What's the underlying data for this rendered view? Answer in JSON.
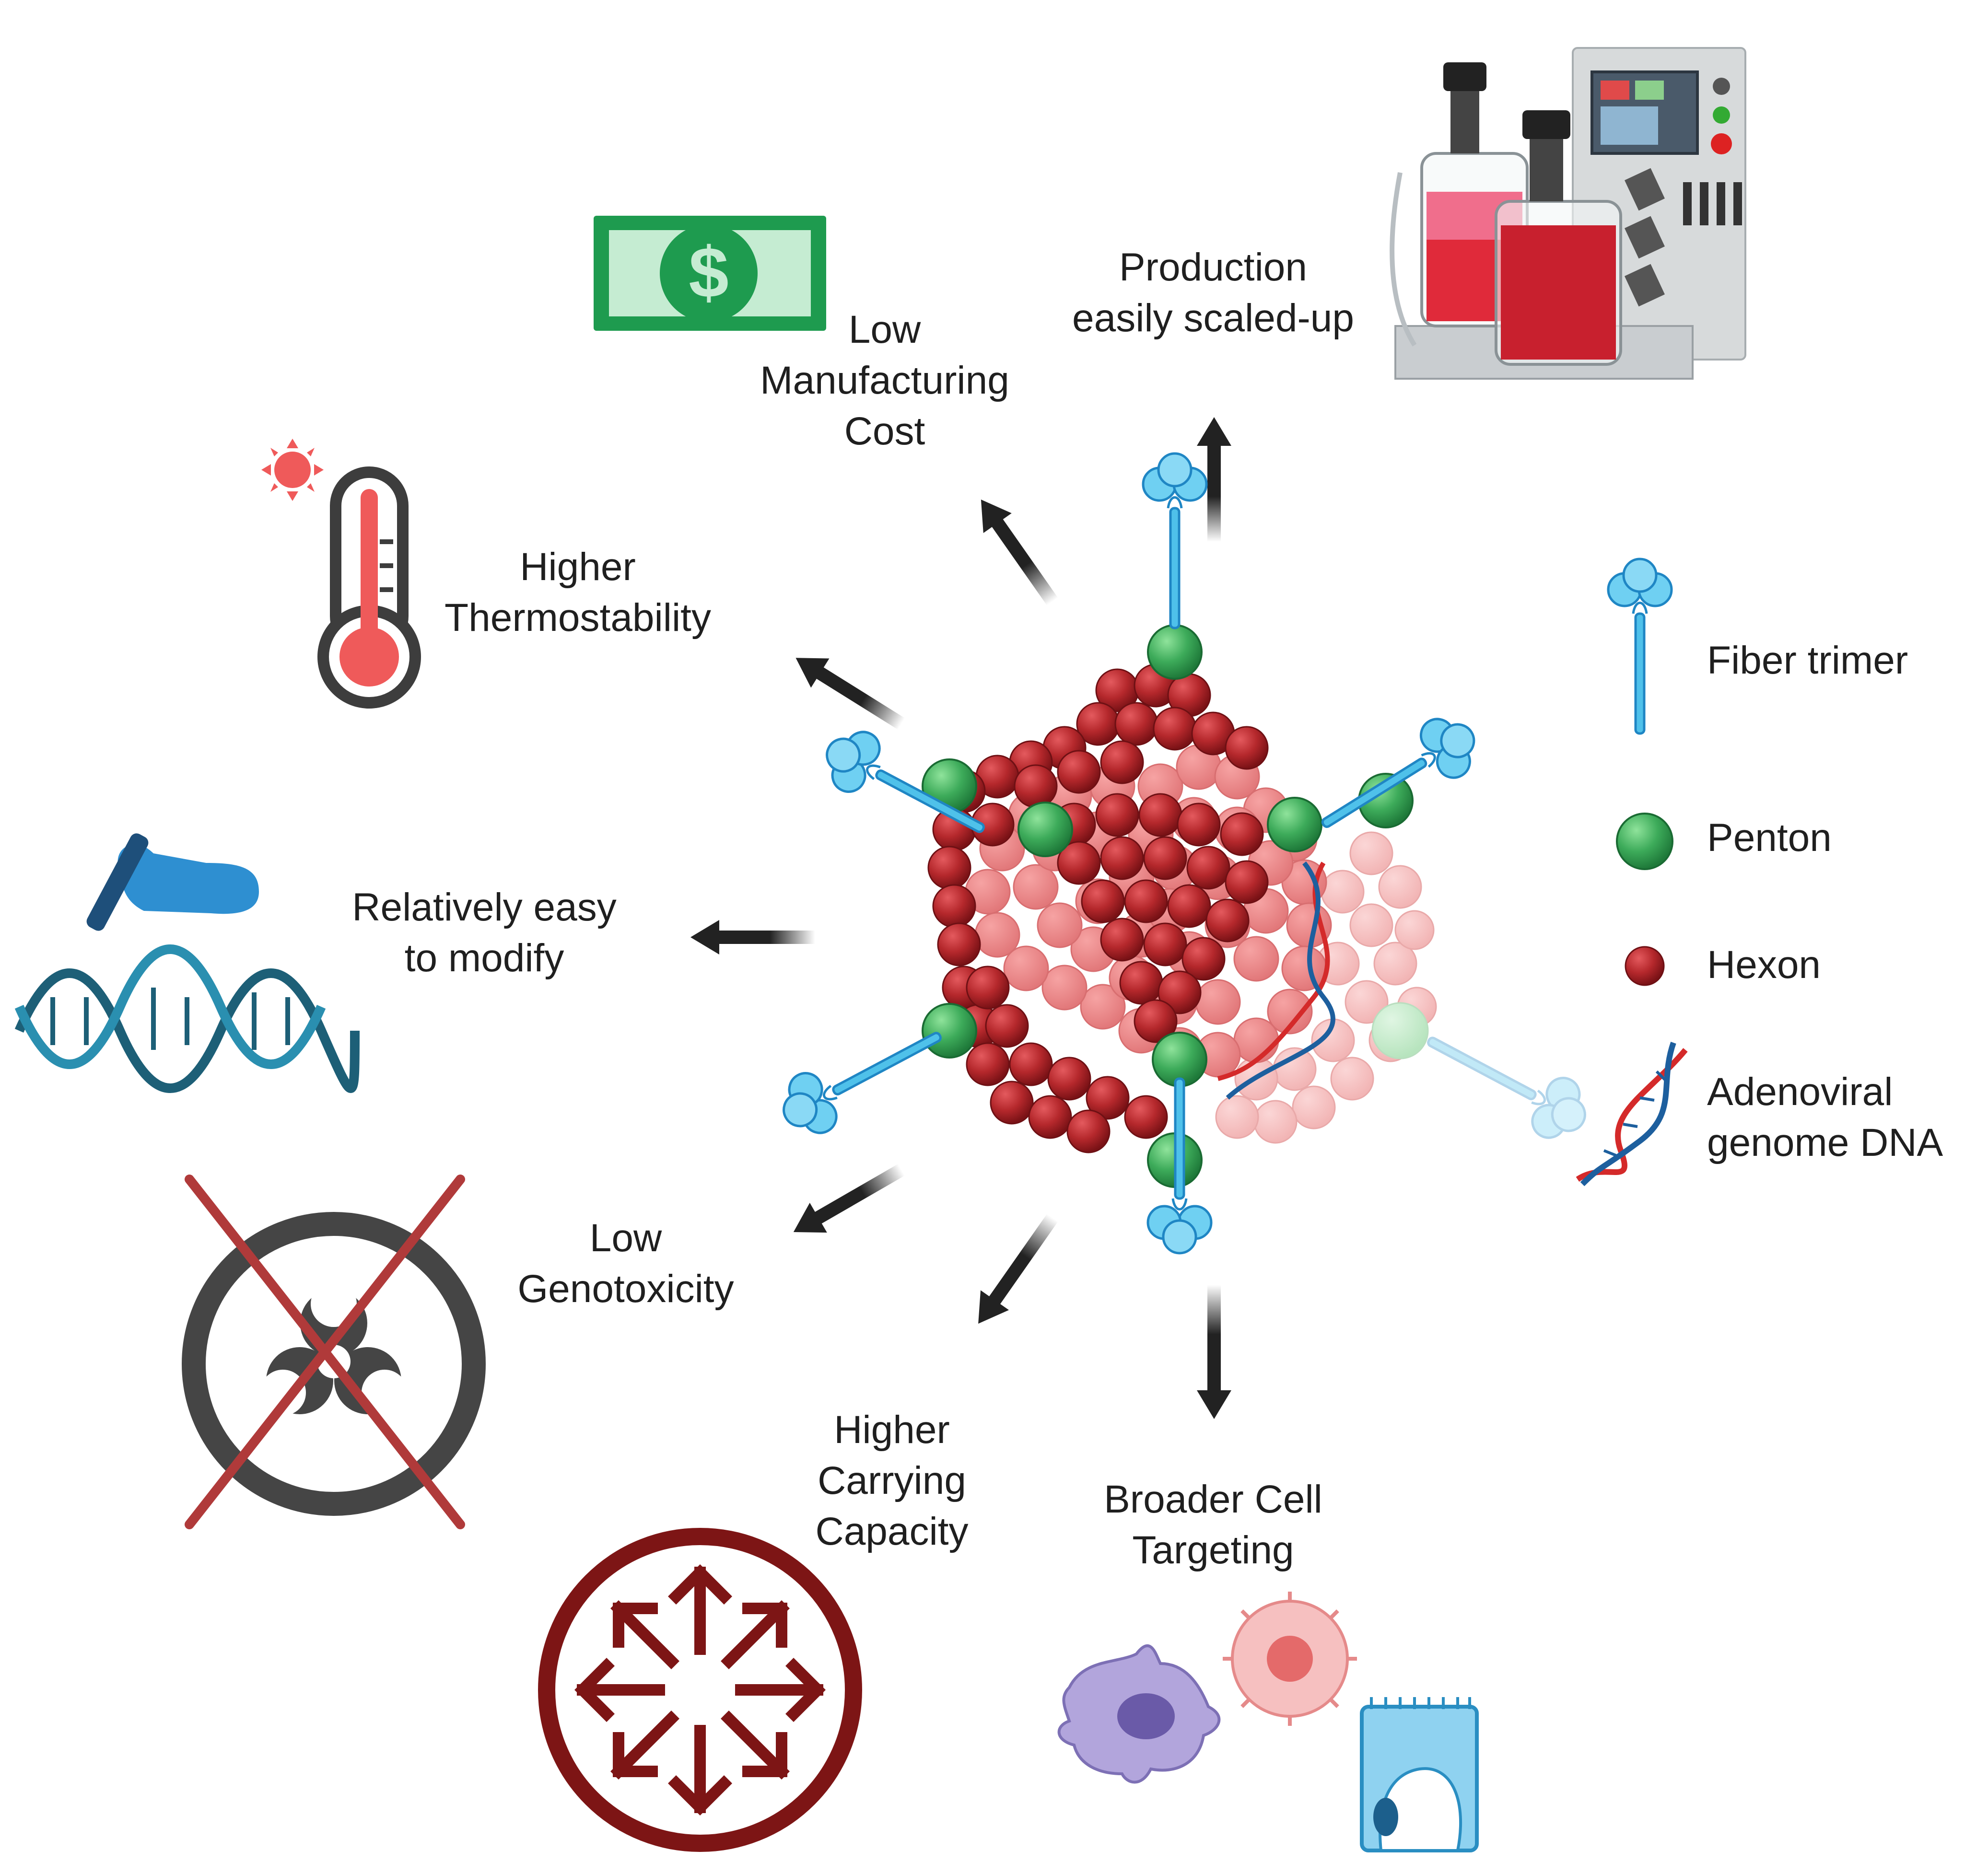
{
  "benefits": {
    "production": "Production\neasily scaled-up",
    "cost": "Low\nManufacturing\nCost",
    "thermo": "Higher\nThermostability",
    "modify": "Relatively easy\nto modify",
    "genotox": "Low\nGenotoxicity",
    "capacity": "Higher\nCarrying\nCapacity",
    "targeting": "Broader Cell\nTargeting"
  },
  "legend": {
    "fiber": "Fiber trimer",
    "penton": "Penton",
    "hexon": "Hexon",
    "dna": "Adenoviral\ngenome DNA"
  },
  "icons": {
    "money": "$"
  },
  "colors": {
    "hexon": "#b5282c",
    "penton": "#3dab5a",
    "fiber": "#4fc1ea",
    "dna_red": "#d42a2a",
    "dna_blue": "#1d5f9e",
    "money": "#1e9b4f",
    "biohazard_cross": "#b03a3a",
    "capacity": "#7d1515"
  }
}
